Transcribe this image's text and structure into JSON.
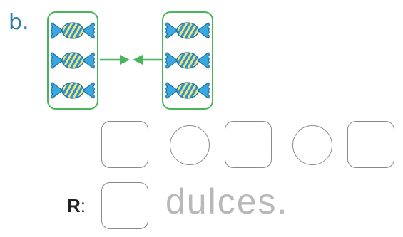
{
  "exercise": {
    "item_label": "b.",
    "left_group": {
      "candy_count": 3,
      "icon": "candy-icon"
    },
    "right_group": {
      "candy_count": 3,
      "icon": "candy-icon"
    },
    "colors": {
      "group_border": "#4ab45a",
      "arrow": "#4ab45a",
      "candy_fill": "#3aa8e0",
      "candy_stripe": "#f4e37a"
    }
  },
  "answer": {
    "r_label": "R",
    "r_colon": ":",
    "unit_text": "dulces."
  }
}
